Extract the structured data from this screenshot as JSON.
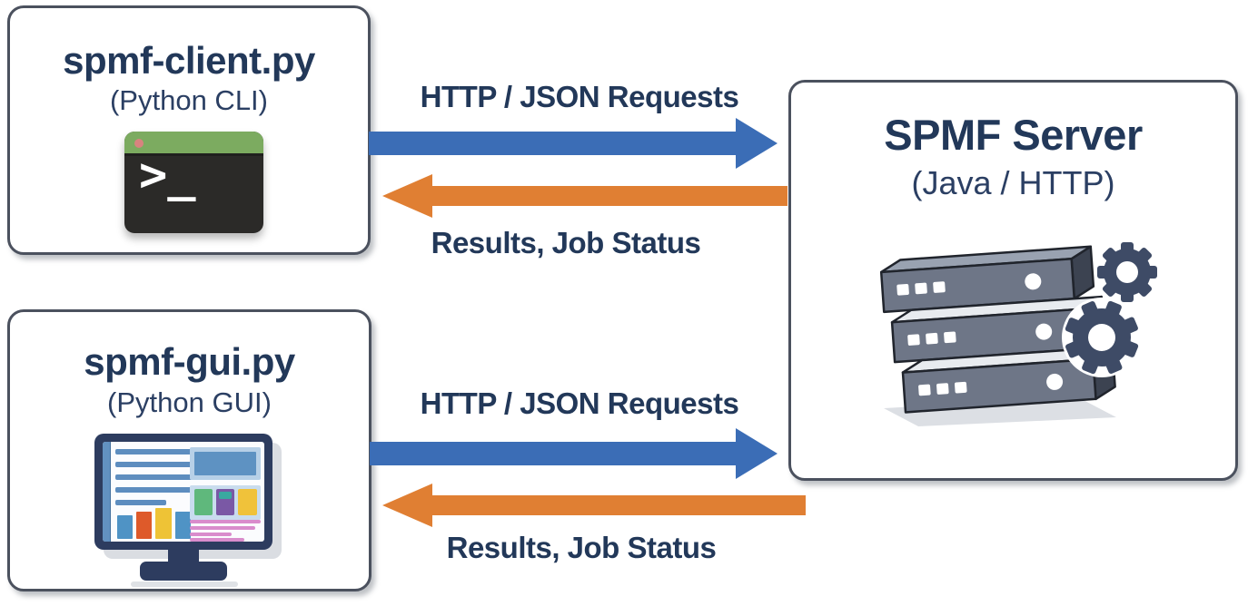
{
  "nodes": {
    "client": {
      "title": "spmf-client.py",
      "subtitle": "(Python CLI)",
      "icon": "terminal-icon",
      "terminal_prompt": ">_"
    },
    "gui": {
      "title": "spmf-gui.py",
      "subtitle": "(Python GUI)",
      "icon": "monitor-dashboard-icon"
    },
    "server": {
      "title": "SPMF Server",
      "subtitle": "(Java / HTTP)",
      "icon": "server-stack-gears-icon"
    }
  },
  "connections": [
    {
      "from": "client",
      "to": "server",
      "request_label": "HTTP / JSON Requests",
      "response_label": "Results, Job Status"
    },
    {
      "from": "gui",
      "to": "server",
      "request_label": "HTTP / JSON Requests",
      "response_label": "Results, Job Status"
    }
  ],
  "colors": {
    "request_arrow": "#3b6db6",
    "response_arrow": "#e07f33",
    "label_text": "#223859",
    "box_border": "#4b515e",
    "terminal_green": "#7cab60",
    "terminal_body": "#2b2a28",
    "monitor_navy": "#2d3c5f",
    "server_slate": "#6e7687"
  }
}
